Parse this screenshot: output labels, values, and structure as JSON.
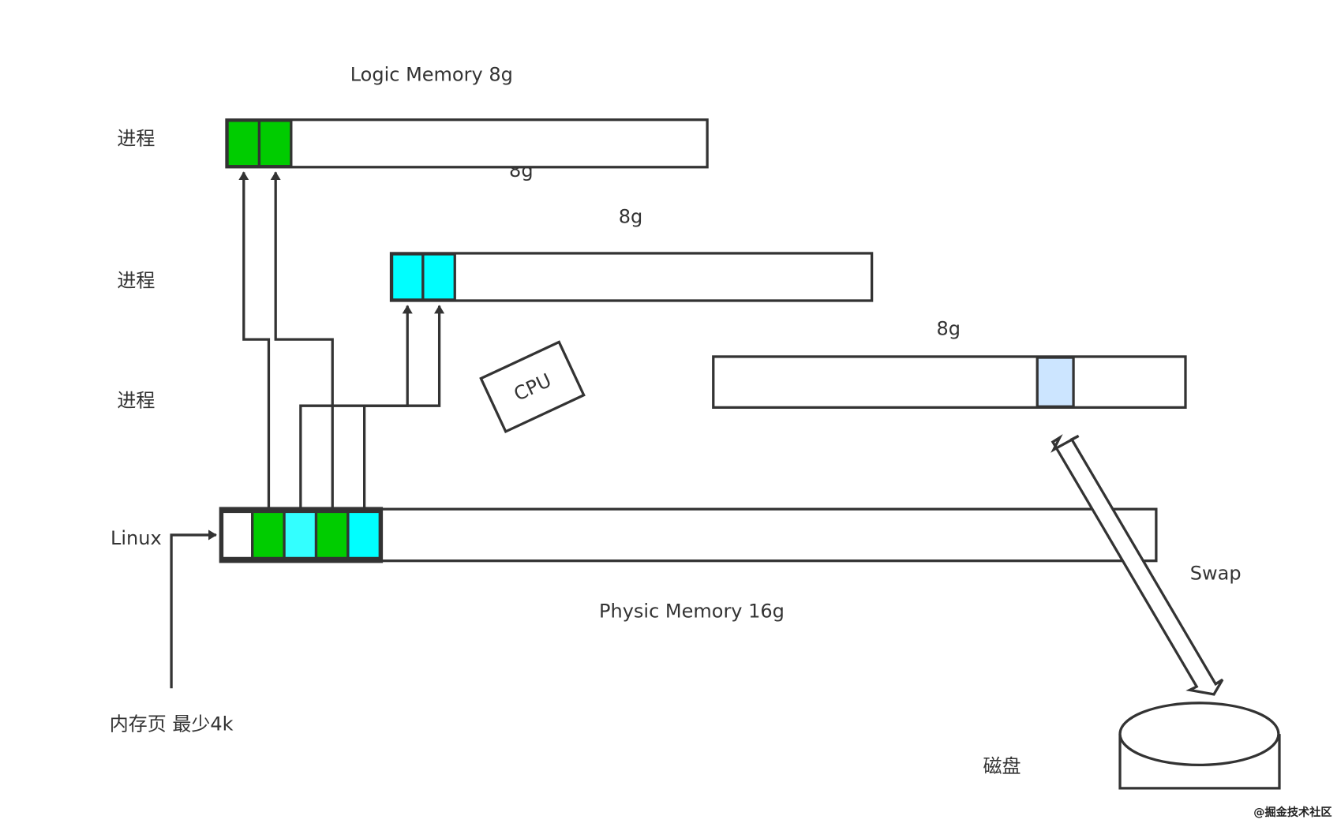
{
  "diagram": {
    "title_logic": "Logic Memory 8g",
    "title_physic": "Physic Memory 16g",
    "process_label": "进程",
    "process_labels": [
      "进程",
      "进程",
      "进程"
    ],
    "linux_label": "Linux",
    "page_note": "内存页 最少4k",
    "disk_label": "磁盘",
    "swap_label": "Swap",
    "cpu_label": "CPU",
    "size_labels": [
      "8g",
      "8g",
      "8g"
    ],
    "watermark": "@掘金技术社区",
    "colors": {
      "stroke": "#333333",
      "green": "#00CC00",
      "cyan": "#00FFFF",
      "light_cyan": "#33FFFF",
      "light_blue": "#CCE5FF"
    },
    "physical_pages": [
      "empty",
      "green",
      "light_cyan",
      "green",
      "cyan"
    ],
    "process1_pages": [
      "green",
      "green"
    ],
    "process2_pages": [
      "cyan",
      "cyan"
    ],
    "process3_pages": [
      "light_blue"
    ]
  }
}
